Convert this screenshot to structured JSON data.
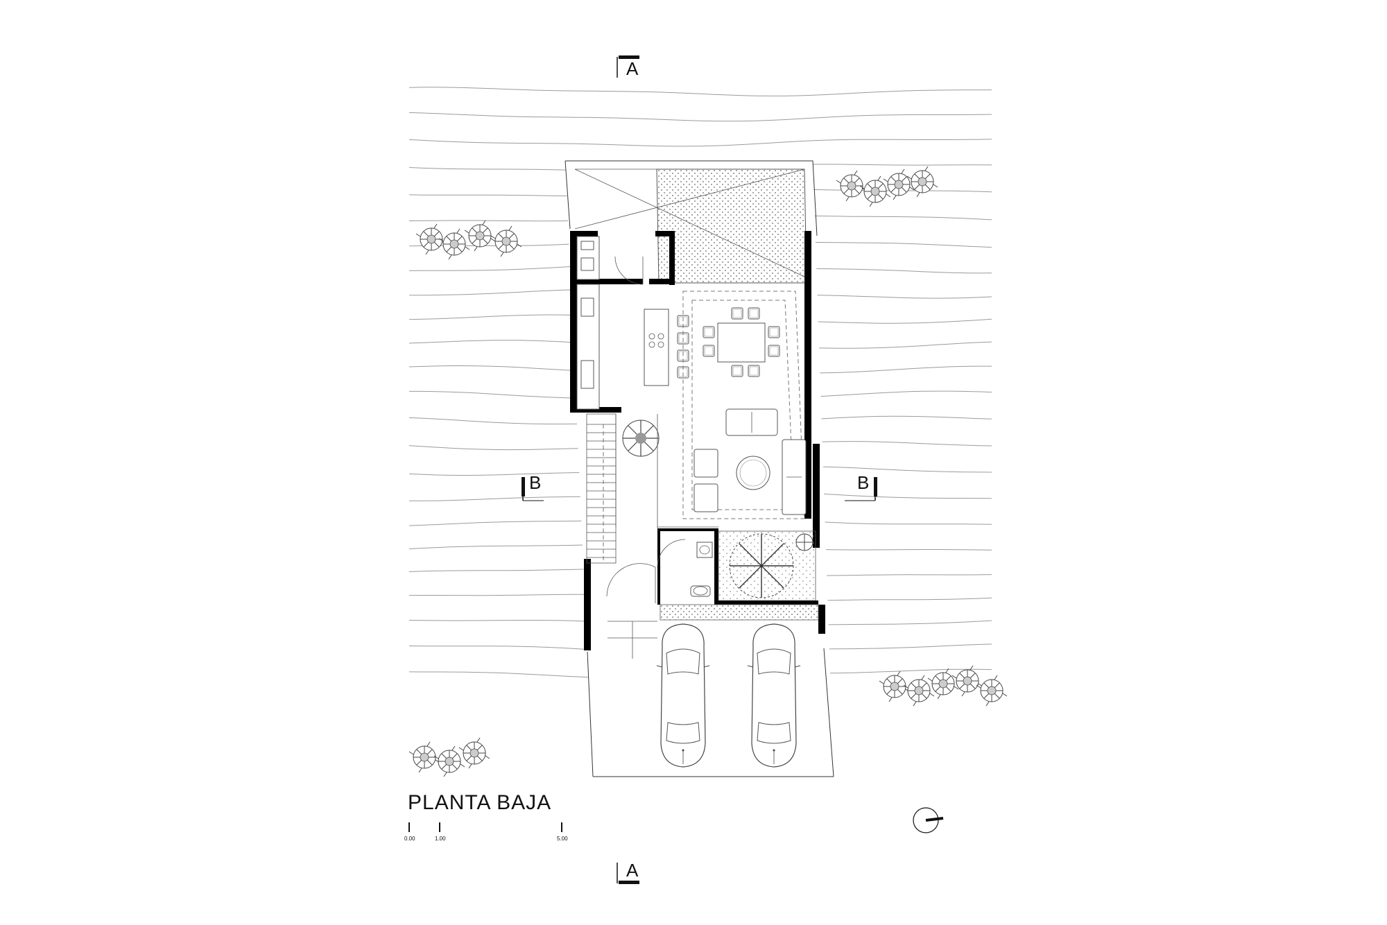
{
  "drawing": {
    "title": "PLANTA BAJA",
    "section_a_top": "A",
    "section_a_bottom": "A",
    "section_b_left": "B",
    "section_b_right": "B",
    "scale_labels": [
      "0.00",
      "1.00",
      "5.00"
    ]
  },
  "icons": {
    "north_arrow": "north-arrow-icon",
    "shrub": "shrub-icon",
    "car": "car-icon",
    "tree": "tree-icon"
  }
}
